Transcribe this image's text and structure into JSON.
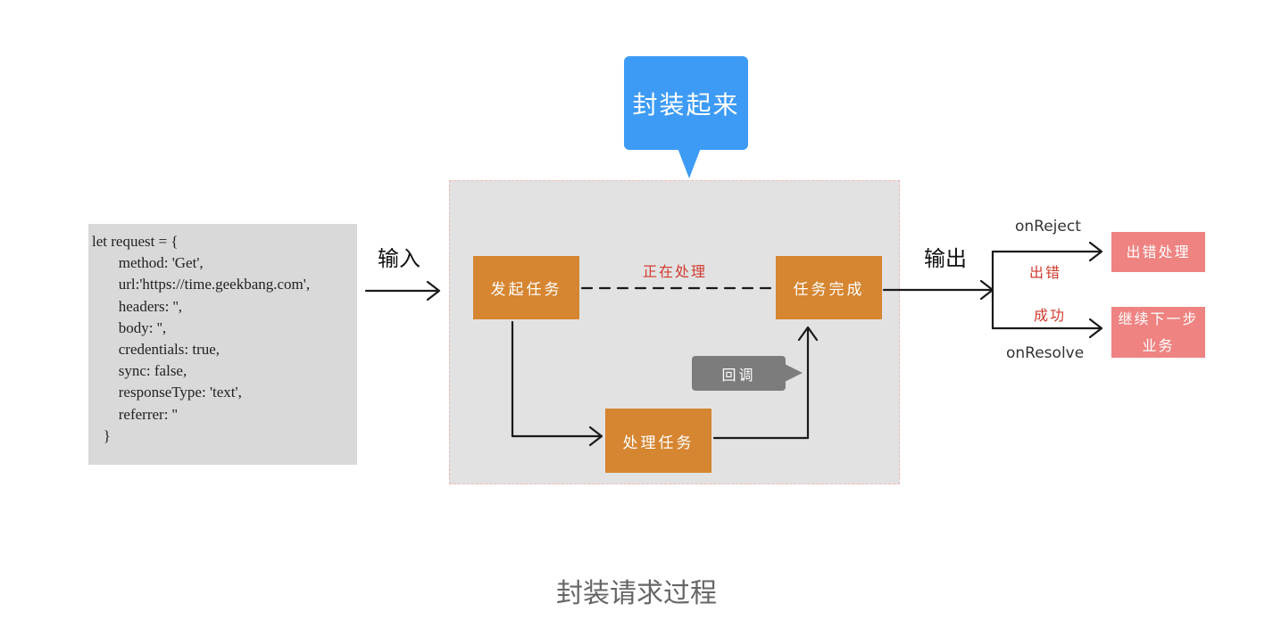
{
  "code_block": {
    "lines": [
      "let request = {",
      "       method: 'Get',",
      "       url:'https://time.geekbang.com',",
      "       headers: '',",
      "       body: '',",
      "       credentials: true,",
      "       sync: false,",
      "       responseType: 'text',",
      "       referrer: ''",
      "   }"
    ]
  },
  "callout": {
    "label": "封装起来"
  },
  "labels": {
    "input": "输入",
    "output": "输出",
    "processing": "正在处理",
    "on_reject": "onReject",
    "on_resolve": "onResolve",
    "error": "出错",
    "success": "成功"
  },
  "tasks": {
    "start": "发起任务",
    "complete": "任务完成",
    "process": "处理任务"
  },
  "callback": {
    "label": "回调"
  },
  "results": {
    "error_handling": "出错处理",
    "next_step_line1": "继续下一步",
    "next_step_line2": "业务"
  },
  "caption": "封装请求过程",
  "colors": {
    "callout": "#3d9bf5",
    "task": "#d68530",
    "result": "#ef8381",
    "process_area": "#e2e2e2",
    "code_bg": "#d9d9d9",
    "callback": "#7c7c7c"
  }
}
